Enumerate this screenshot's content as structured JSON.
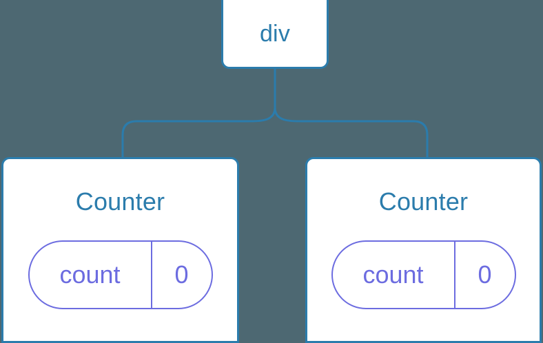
{
  "diagram": {
    "type": "component-tree",
    "background_color": "#4d6872",
    "node_border_color": "#2b7cac",
    "node_text_color": "#2b7cac",
    "node_fill_color": "#ffffff",
    "connector_color": "#2b7cac",
    "state_accent_color": "#6c6ce0",
    "root": {
      "label": "div"
    },
    "children": [
      {
        "label": "Counter",
        "state": {
          "key": "count",
          "value": "0"
        }
      },
      {
        "label": "Counter",
        "state": {
          "key": "count",
          "value": "0"
        }
      }
    ]
  }
}
